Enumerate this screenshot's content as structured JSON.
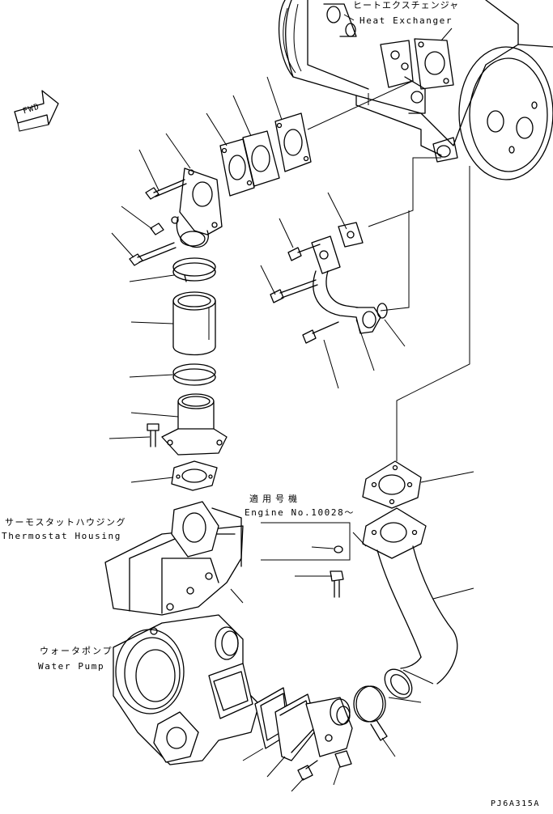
{
  "labels": {
    "heat_exchanger_jp": "ヒートエクスチェンジャ",
    "heat_exchanger_en": "Heat Exchanger",
    "fwd": "FWD",
    "applicable_jp": "適用号機",
    "engine_no": "Engine No.10028～",
    "thermostat_jp": "サーモスタットハウジング",
    "thermostat_en": "Thermostat Housing",
    "water_pump_jp": "ウォータポンプ",
    "water_pump_en": "Water Pump",
    "figure_code": "PJ6A315A"
  },
  "colors": {
    "line": "#000000",
    "background": "#ffffff"
  }
}
